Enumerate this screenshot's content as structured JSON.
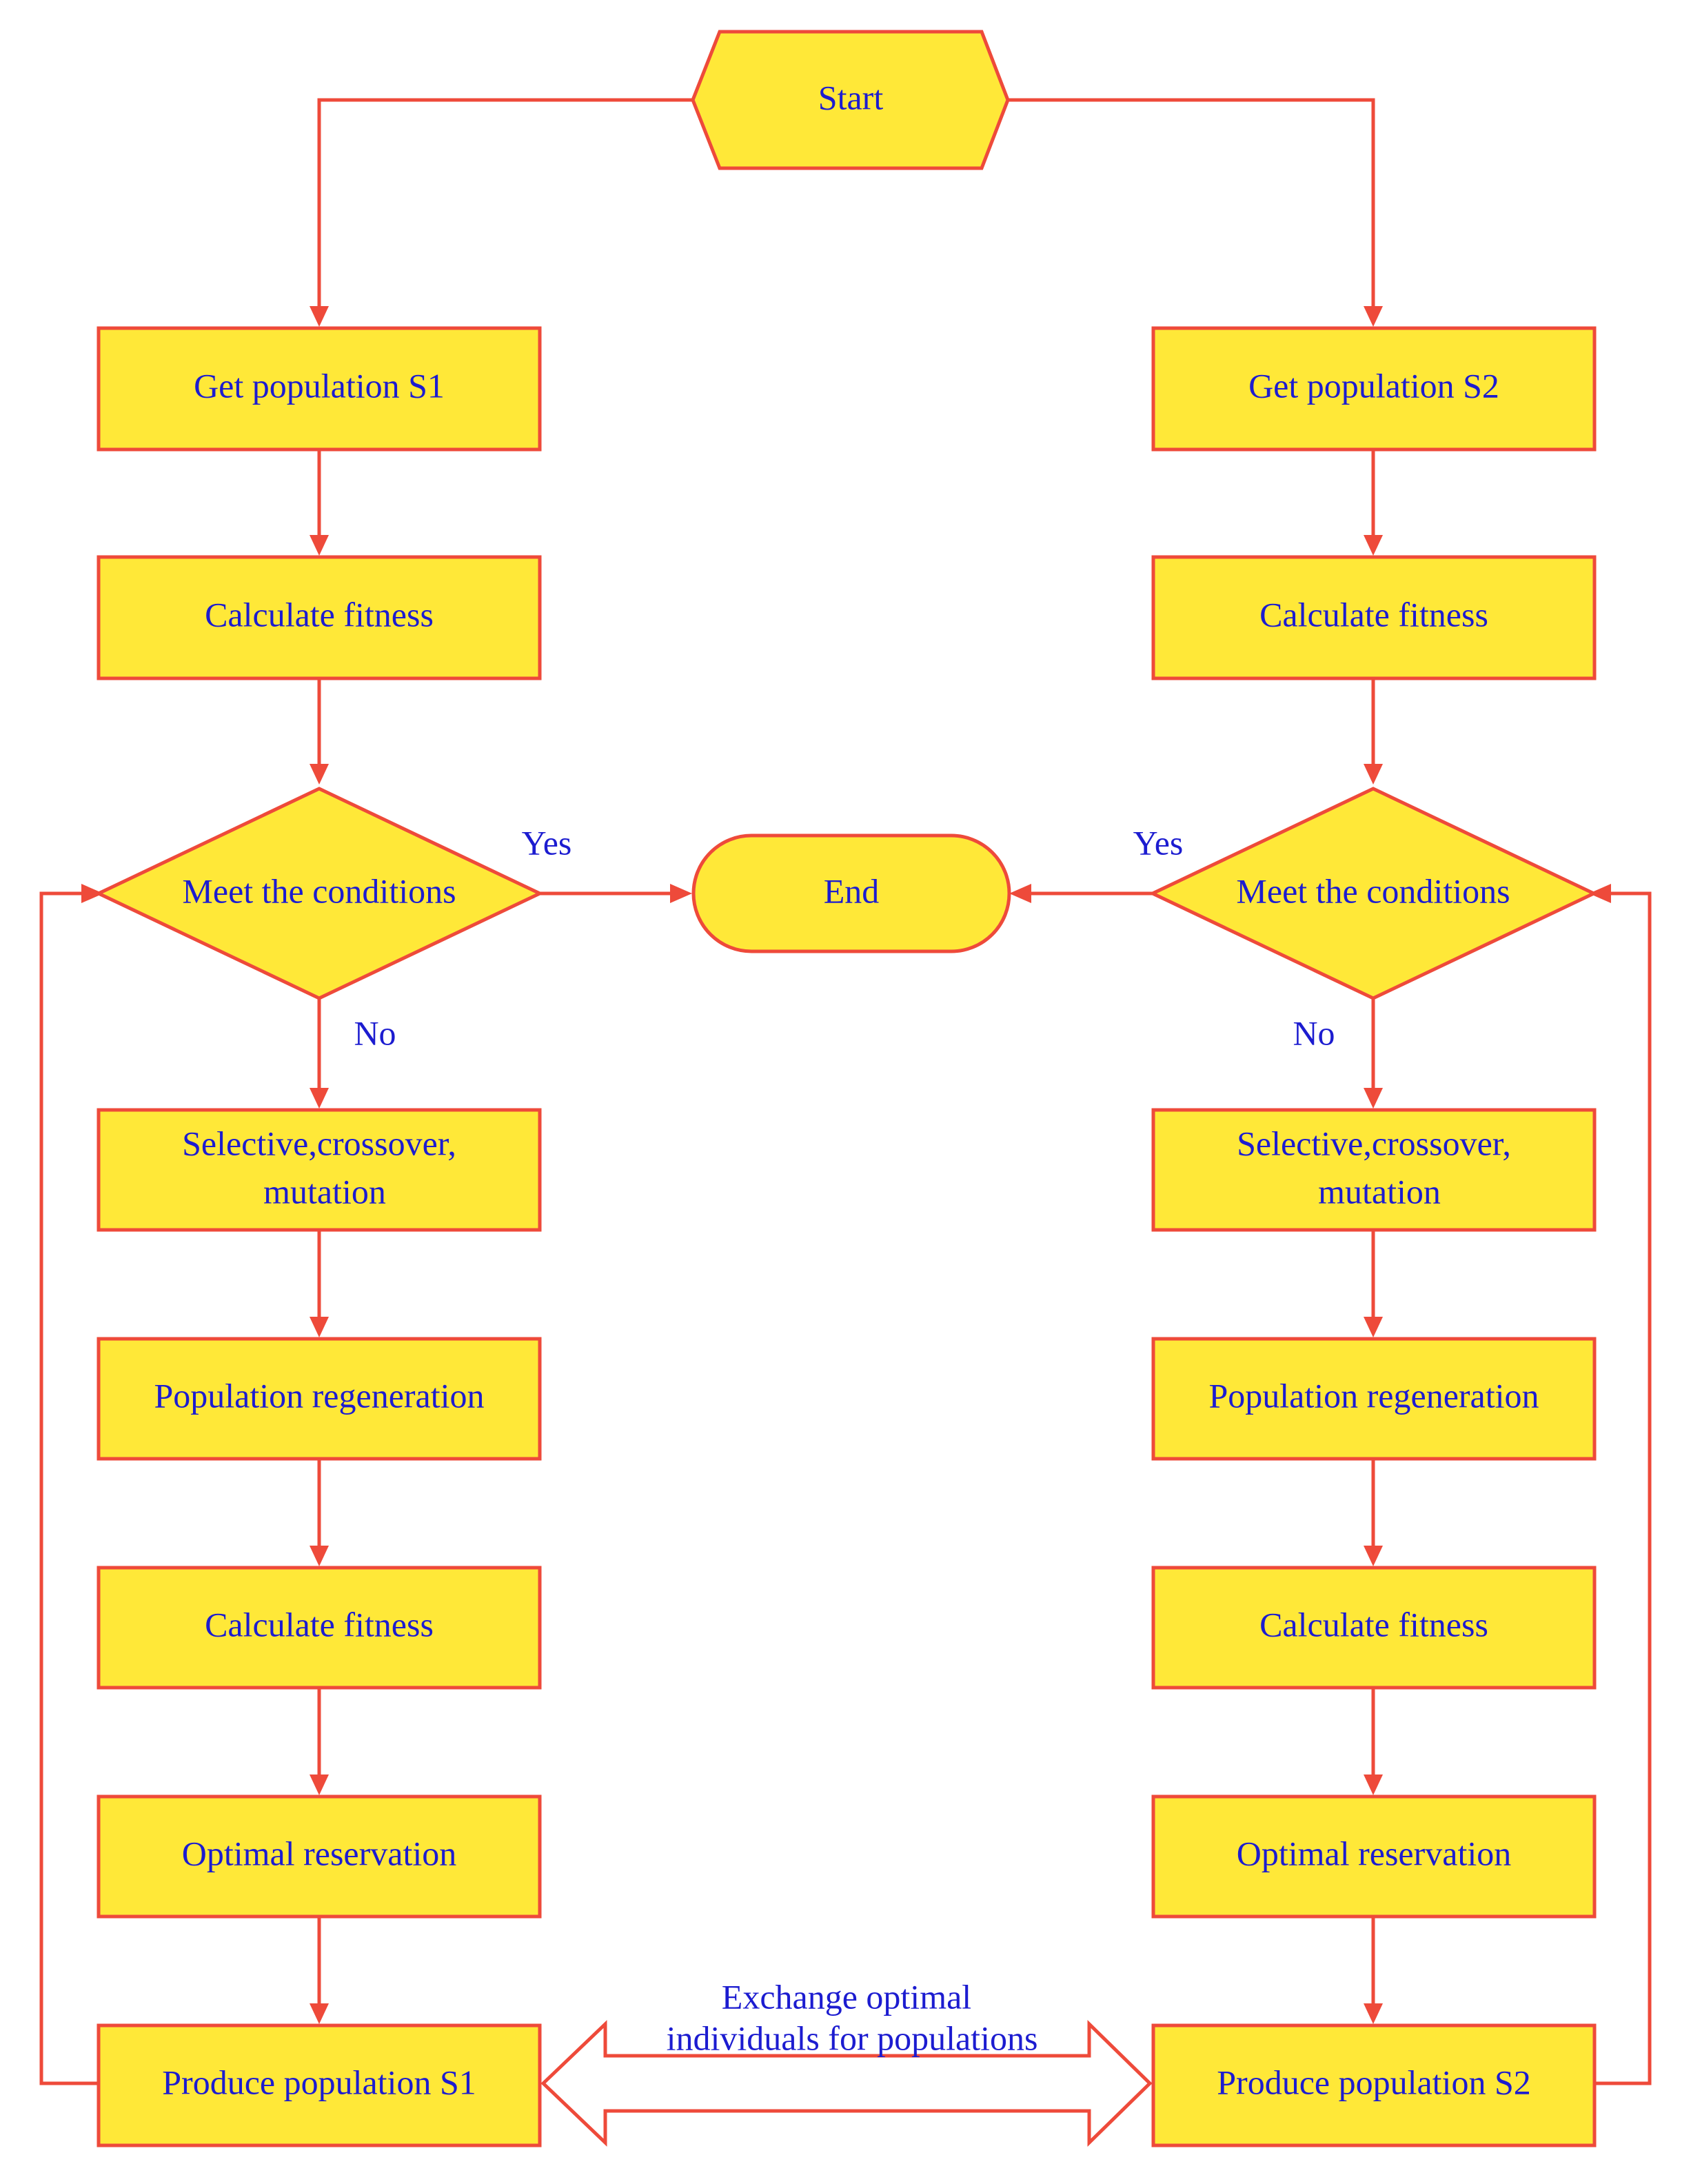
{
  "diagram": {
    "start": "Start",
    "end": "End",
    "yes_left": "Yes",
    "yes_right": "Yes",
    "no_left": "No",
    "no_right": "No",
    "exchange_line1": "Exchange optimal",
    "exchange_line2": "individuals for populations",
    "left": {
      "get_population": "Get population S1",
      "calculate_fitness_1": "Calculate fitness",
      "decision": "Meet the conditions",
      "selective_line1": "Selective,crossover,",
      "selective_line2": "mutation",
      "regeneration": "Population regeneration",
      "calculate_fitness_2": "Calculate fitness",
      "optimal_reservation": "Optimal reservation",
      "produce_population": "Produce population S1"
    },
    "right": {
      "get_population": "Get population S2",
      "calculate_fitness_1": "Calculate fitness",
      "decision": "Meet the conditions",
      "selective_line1": "Selective,crossover,",
      "selective_line2": "mutation",
      "regeneration": "Population regeneration",
      "calculate_fitness_2": "Calculate fitness",
      "optimal_reservation": "Optimal reservation",
      "produce_population": "Produce population S2"
    }
  },
  "colors": {
    "shape_fill": "#ffe838",
    "stroke": "#ee4a3a",
    "text": "#1c1cd0"
  }
}
